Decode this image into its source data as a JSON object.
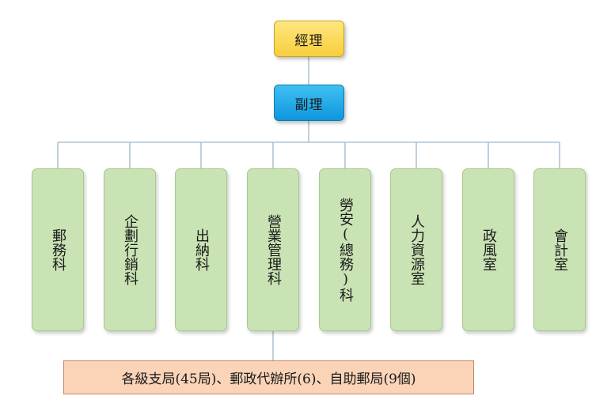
{
  "manager": "經理",
  "deputy": "副理",
  "departments": [
    {
      "id": "postal",
      "label": "郵務科"
    },
    {
      "id": "planning-marketing",
      "label": "企劃行銷科"
    },
    {
      "id": "cashier",
      "label": "出納科"
    },
    {
      "id": "business-management",
      "label": "營業管理科"
    },
    {
      "id": "labor-safety-general-affairs",
      "label": "勞安(總務)科"
    },
    {
      "id": "human-resources",
      "label": "人力資源室"
    },
    {
      "id": "ethics",
      "label": "政風室"
    },
    {
      "id": "accounting",
      "label": "會計室"
    }
  ],
  "branches": "各級支局(45局)、郵政代辦所(6)、自助郵局(9個)",
  "colors": {
    "manager": "#f7cf3c",
    "deputy": "#0e97de",
    "department": "#c9e3b4",
    "branches": "#fbd4b8",
    "connector": "#9fb7c9"
  }
}
